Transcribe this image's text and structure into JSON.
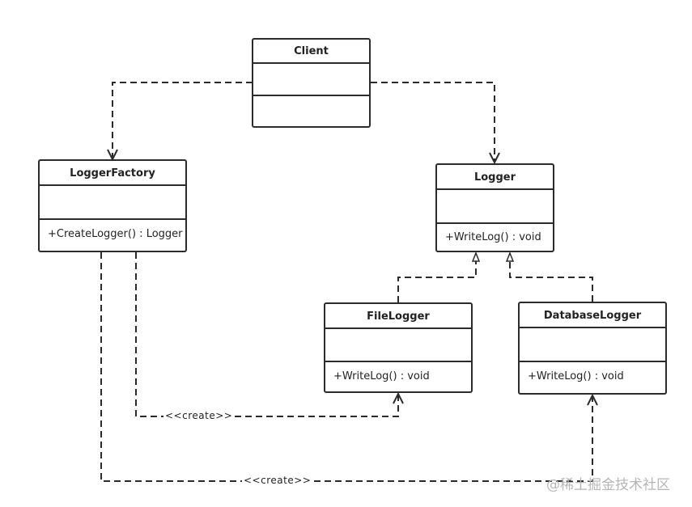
{
  "classes": {
    "client": {
      "name": "Client",
      "operation": ""
    },
    "logger_factory": {
      "name": "LoggerFactory",
      "operation": "+CreateLogger() : Logger"
    },
    "logger": {
      "name": "Logger",
      "operation": "+WriteLog() : void"
    },
    "file_logger": {
      "name": "FileLogger",
      "operation": "+WriteLog() : void"
    },
    "database_logger": {
      "name": "DatabaseLogger",
      "operation": "+WriteLog() : void"
    }
  },
  "relations": {
    "create_file_label": "<<create>>",
    "create_database_label": "<<create>>"
  },
  "watermark": "@稀土掘金技术社区",
  "colors": {
    "line": "#2b2b2b",
    "watermark": "#b5b5b5"
  }
}
